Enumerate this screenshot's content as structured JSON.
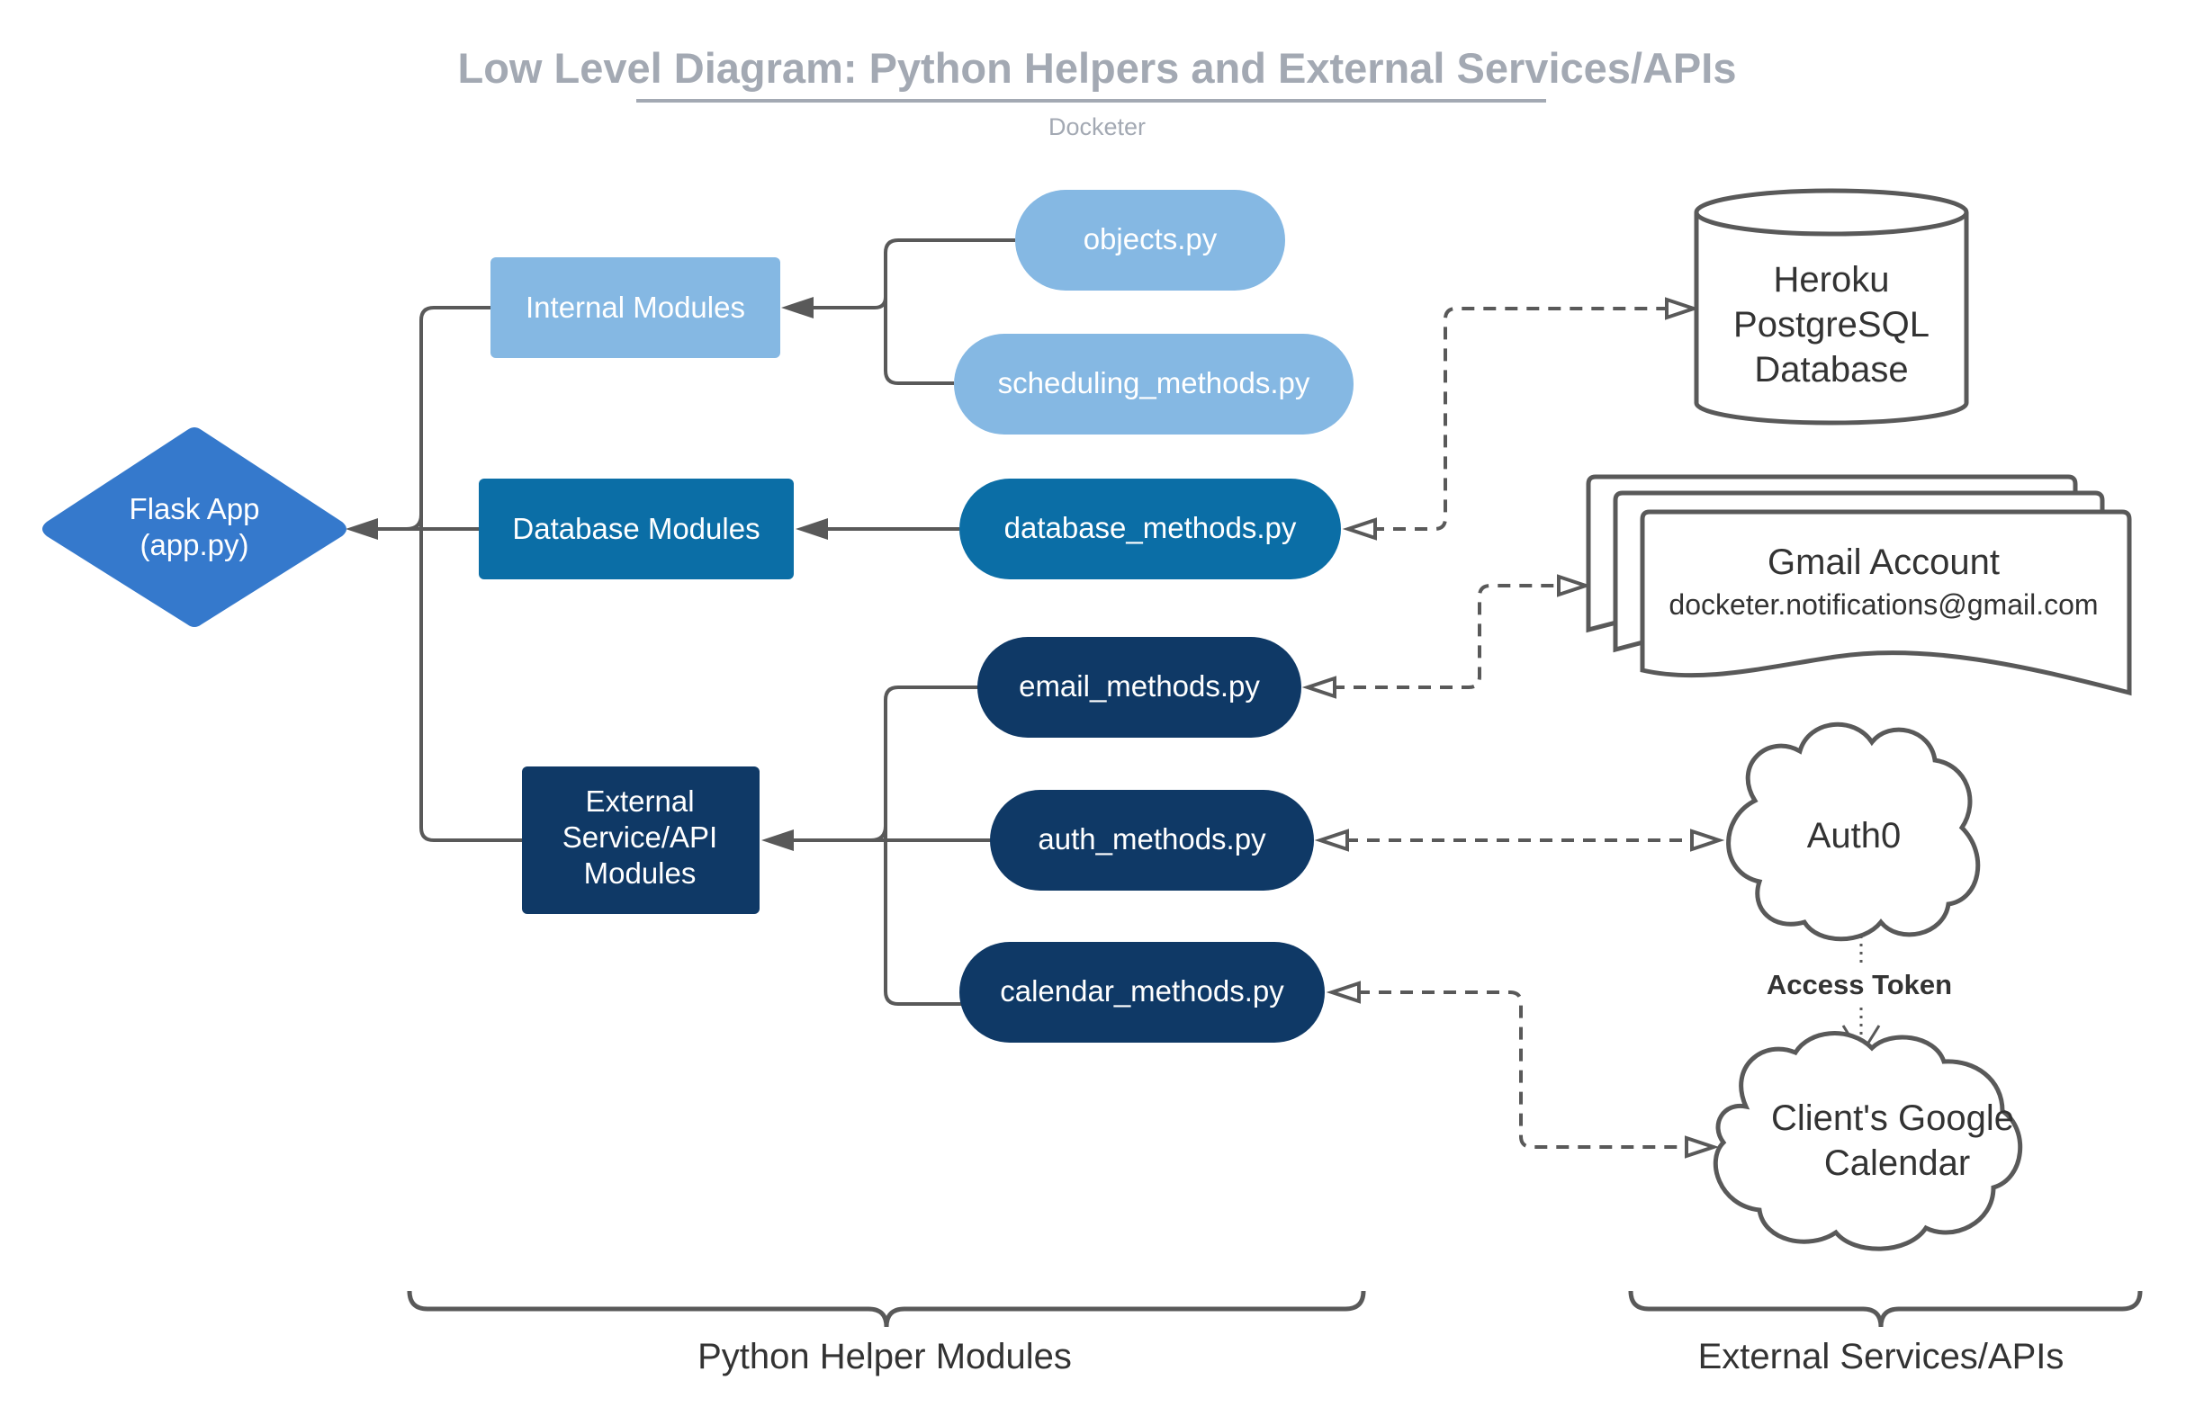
{
  "header": {
    "title": "Low Level Diagram: Python Helpers and External Services/APIs",
    "subtitle": "Docketer"
  },
  "nodes": {
    "flask_app": [
      "Flask App",
      "(app.py)"
    ],
    "internal_modules": "Internal Modules",
    "database_modules": "Database Modules",
    "external_modules": [
      "External",
      "Service/API",
      "Modules"
    ],
    "objects": "objects.py",
    "scheduling": "scheduling_methods.py",
    "database_methods": "database_methods.py",
    "email_methods": "email_methods.py",
    "auth_methods": "auth_methods.py",
    "calendar_methods": "calendar_methods.py",
    "postgres": [
      "Heroku",
      "PostgreSQL",
      "Database"
    ],
    "gmail": [
      "Gmail Account",
      "docketer.notifications@gmail.com"
    ],
    "auth0": "Auth0",
    "google_calendar": [
      "Client's Google",
      "Calendar"
    ]
  },
  "edge_labels": {
    "access_token": "Access Token"
  },
  "groups": {
    "python": "Python Helper Modules",
    "external": "External Services/APIs"
  },
  "colors": {
    "flask": "#3579cc",
    "internal": "#85b8e3",
    "database": "#0b6ea6",
    "external": "#0f3966",
    "text_gray": "#a3a9b3",
    "line": "#595959"
  }
}
